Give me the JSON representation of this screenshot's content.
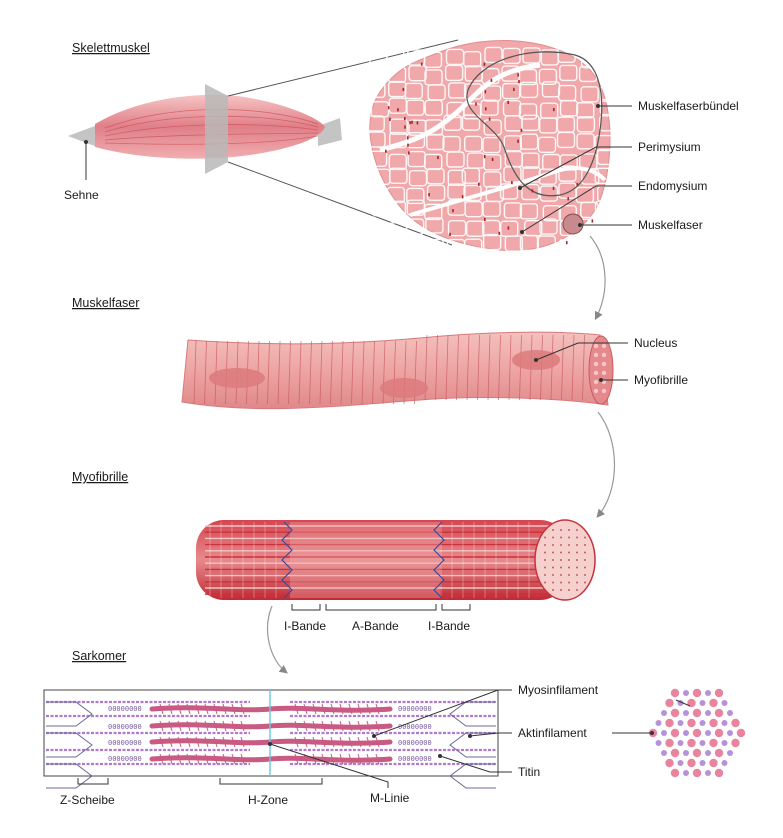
{
  "sections": {
    "skelettmuskel": "Skelettmuskel",
    "muskelfaser": "Muskelfaser",
    "myofibrille": "Myofibrille",
    "sarkomer": "Sarkomer"
  },
  "labels": {
    "sehne": "Sehne",
    "muskelfaserbuendel": "Muskelfaserbündel",
    "perimysium": "Perimysium",
    "endomysium": "Endomysium",
    "muskelfaser": "Muskelfaser",
    "nucleus": "Nucleus",
    "myofibrille": "Myofibrille",
    "i_bande_left": "I-Bande",
    "a_bande": "A-Bande",
    "i_bande_right": "I-Bande",
    "myosinfilament": "Myosinfilament",
    "aktinfilament": "Aktinfilament",
    "titin": "Titin",
    "z_scheibe": "Z-Scheibe",
    "h_zone": "H-Zone",
    "m_linie": "M-Linie"
  },
  "colors": {
    "muscle_light": "#f2b8b8",
    "muscle_mid": "#e58f95",
    "muscle_dark": "#c9414b",
    "myofibril_red": "#c8323c",
    "actin_purple": "#b07ad0",
    "myosin_pink": "#c95a82",
    "z_line_blue": "#3a4aa0",
    "m_line_cyan": "#66c8e0",
    "tendon_gray": "#b8b8b8"
  }
}
